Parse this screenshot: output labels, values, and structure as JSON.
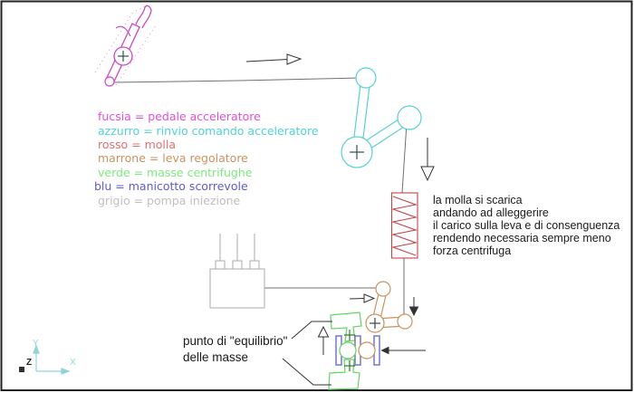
{
  "legend": {
    "items": [
      {
        "label": "fucsia = pedale acceleratore",
        "color": "#e34fd2"
      },
      {
        "label": "azzurro = rinvio comando acceleratore",
        "color": "#4fd2d2"
      },
      {
        "label": "rosso = molla",
        "color": "#e07070"
      },
      {
        "label": "marrone = leva regolatore",
        "color": "#c9935e"
      },
      {
        "label": "verde = masse centrifughe",
        "color": "#7de87d"
      },
      {
        "label": "blu = manicotto scorrevole",
        "color": "#5b5bd3"
      },
      {
        "label": "grigio = pompa iniezione",
        "color": "#bfbfbf"
      }
    ]
  },
  "annotation": {
    "lines": [
      "la molla si scarica",
      "andando ad alleggerire",
      "il carico sulla leva e di consenguenza",
      "rendendo necessaria sempre meno",
      "forza centrifuga"
    ]
  },
  "note": {
    "line1": "punto di \"equilibrio\"",
    "line2": "delle masse"
  },
  "ucs": {
    "x": "X",
    "y": "Y",
    "z": "Z"
  },
  "diagram_colors": {
    "pedal_magenta": "#cc49c6",
    "linkage_cyan": "#56d2d2",
    "spring_red": "#c24545",
    "lever_brown": "#c9935e",
    "mass_green": "#63d663",
    "sleeve_blue": "#6b6bcc",
    "pump_gray": "#b2b2b2",
    "connector_gray": "#707070",
    "arrow_dark": "#333333"
  }
}
